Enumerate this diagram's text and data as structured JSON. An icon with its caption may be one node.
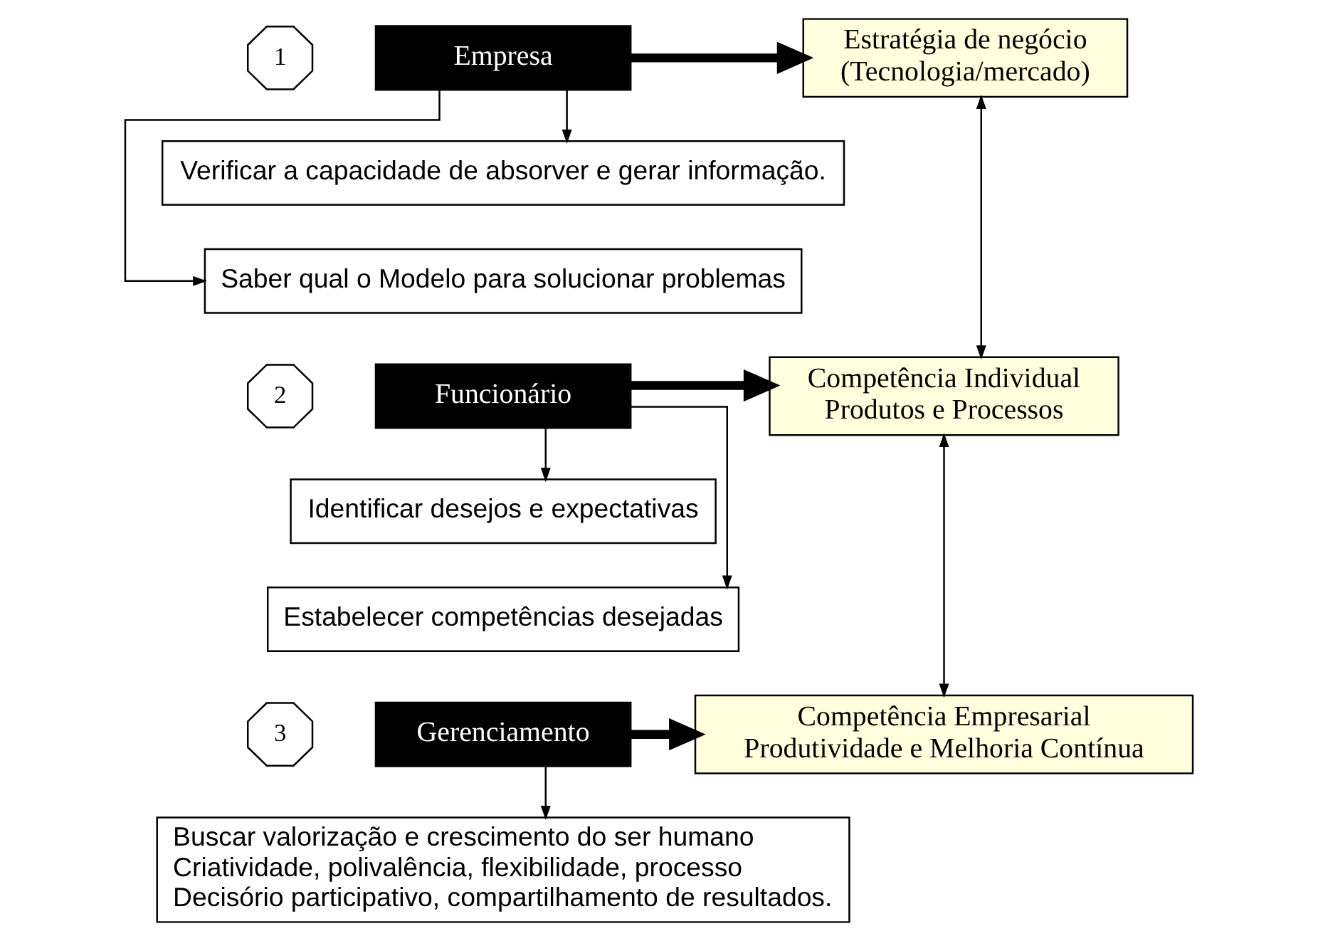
{
  "diagram": {
    "nodes": [
      {
        "text": [
          "1"
        ]
      },
      {
        "text": [
          "Empresa"
        ]
      },
      {
        "text": [
          "Estratégia de negócio (Tecnologia/mercado)"
        ]
      },
      {
        "text": [
          "Verificar a capacidade de absorver e gerar informação."
        ]
      },
      {
        "text": [
          "Saber qual o Modelo para solucionar problemas"
        ]
      },
      {
        "text": [
          "2"
        ]
      },
      {
        "text": [
          "Funcionário"
        ]
      },
      {
        "text": [
          "Competência Individual Produtos e Processos"
        ]
      },
      {
        "text": [
          "Identificar desejos e expectativas"
        ]
      },
      {
        "text": [
          "Estabelecer competências desejadas"
        ]
      },
      {
        "text": [
          "3"
        ]
      },
      {
        "text": [
          "Gerenciamento"
        ]
      },
      {
        "text": [
          "Competência Empresarial Produtividade e Melhoria Contínua"
        ]
      },
      {
        "text": [
          "Buscar valorização e crescimento do ser humano Criatividade, polivalência, flexibilidade, processo Decisório participativo, compartilhamento de resultados."
        ]
      }
    ],
    "edges": [
      {
        "from": 1,
        "to": 2,
        "arrow": "to",
        "style": "thick"
      },
      {
        "from": 1,
        "to": 3,
        "arrow": "to"
      },
      {
        "from": 1,
        "to": 4,
        "arrow": "to"
      },
      {
        "from": 2,
        "to": 7,
        "arrow": "both"
      },
      {
        "from": 6,
        "to": 7,
        "arrow": "to",
        "style": "thick"
      },
      {
        "from": 6,
        "to": 8,
        "arrow": "to"
      },
      {
        "from": 6,
        "to": 9,
        "arrow": "to"
      },
      {
        "from": 7,
        "to": 12,
        "arrow": "both"
      },
      {
        "from": 11,
        "to": 12,
        "arrow": "to",
        "style": "thick"
      },
      {
        "from": 11,
        "to": 13,
        "arrow": "to"
      }
    ]
  }
}
